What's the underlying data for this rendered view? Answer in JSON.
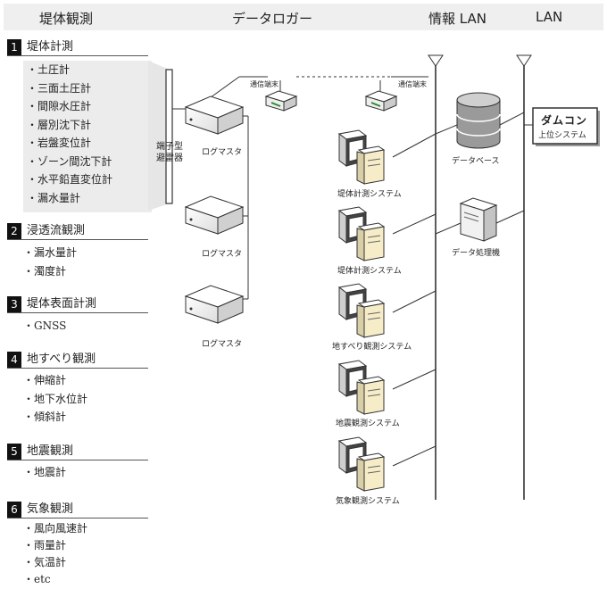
{
  "header": {
    "col_left": "堤体観測",
    "col_mid": "データロガー",
    "col_info": "情報 LAN",
    "col_lan": "LAN"
  },
  "sections": [
    {
      "num": "1",
      "title": "堤体計測",
      "items": [
        "・土圧計",
        "・三面土圧計",
        "・間隙水圧計",
        "・層別沈下計",
        "・岩盤変位計",
        "・ゾーン間沈下計",
        "・水平鉛直変位計",
        "・漏水量計"
      ]
    },
    {
      "num": "2",
      "title": "浸透流観測",
      "items": [
        "・漏水量計",
        "・濁度計"
      ]
    },
    {
      "num": "3",
      "title": "堤体表面計測",
      "items": [
        "・GNSS"
      ]
    },
    {
      "num": "4",
      "title": "地すべり観測",
      "items": [
        "・伸縮計",
        "・地下水位計",
        "・傾斜計"
      ]
    },
    {
      "num": "5",
      "title": "地震観測",
      "items": [
        "・地震計"
      ]
    },
    {
      "num": "6",
      "title": "気象観測",
      "items": [
        "・風向風速計",
        "・雨量計",
        "・気温計",
        "・etc"
      ]
    }
  ],
  "diagram": {
    "arrester": "端子型\n避雷器",
    "log_master": "ログマスタ",
    "comm_terminal": "通信端末",
    "systems": [
      "堤体計測システム",
      "堤体計測システム",
      "地すべり観測システム",
      "地震観測システム",
      "気象観測システム"
    ],
    "database": "データベース",
    "processor": "データ処理機",
    "dam_con_title": "ダムコン",
    "dam_con_sub": "上位システム"
  }
}
